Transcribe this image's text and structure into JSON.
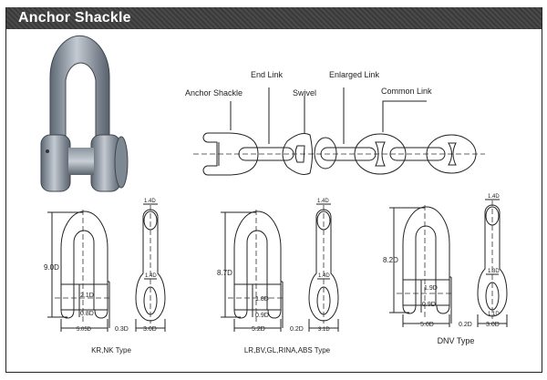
{
  "header": {
    "title": "Anchor Shackle"
  },
  "chain": {
    "labels": {
      "anchor_shackle": "Anchor Shackle",
      "end_link": "End Link",
      "swivel": "Swivel",
      "enlarged_link": "Enlarged Link",
      "common_link": "Common  Link"
    }
  },
  "types": [
    {
      "name": "KR,NK Type",
      "height": "9.0D",
      "width": "5.05D",
      "pin_offset": "0.3D",
      "pin": "2.1D",
      "leg": "0.8D",
      "top": "1.4D",
      "eye": "1.4D",
      "side_width": "3.0D"
    },
    {
      "name": "LR,BV,GL,RINA,ABS Type",
      "height": "8.7D",
      "width": "5.2D",
      "pin_offset": "0.2D",
      "pin": "1.8D",
      "leg": "0.9D",
      "top": "1.4D",
      "eye": "1.4D",
      "side_width": "3.1D"
    },
    {
      "name": "DNV Type",
      "height": "8.2D",
      "width": "5.0D",
      "pin_offset": "0.2D",
      "pin": "1.9D",
      "leg": "0.9D",
      "top": "1.4D",
      "eye": "1.3D",
      "eye_bottom": "1.1D",
      "side_width": "3.0D"
    }
  ]
}
